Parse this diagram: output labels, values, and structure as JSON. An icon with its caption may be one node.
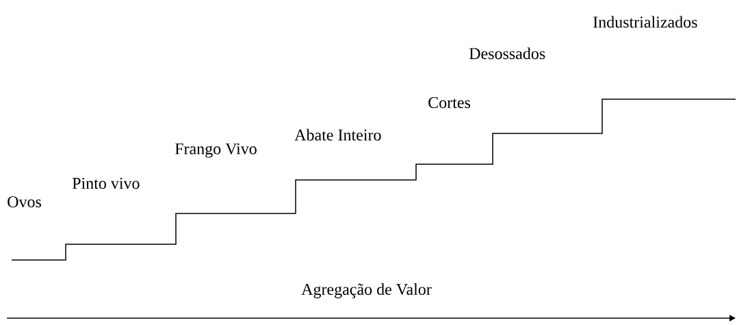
{
  "diagram": {
    "labels": [
      "Industrializados",
      "Desossados",
      "Cortes",
      "Abate Inteiro",
      "Frango Vivo",
      "Pinto vivo",
      "Ovos",
      "Agregação de Valor"
    ]
  }
}
